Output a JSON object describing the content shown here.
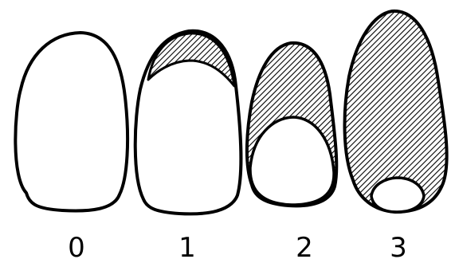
{
  "labels": {
    "stage0": "0",
    "stage1": "1",
    "stage2": "2",
    "stage3": "3"
  },
  "colors": {
    "stroke": "#000000",
    "fill": "#ffffff",
    "hatch": "#000000"
  }
}
